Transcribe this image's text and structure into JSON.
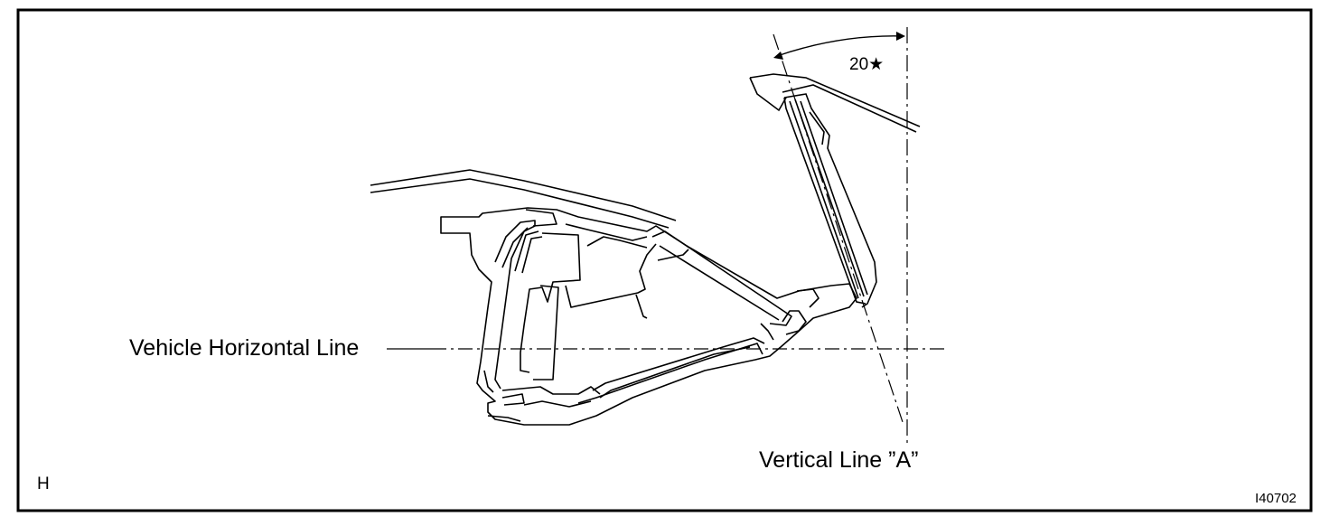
{
  "labels": {
    "horizontal_line": "Vehicle Horizontal Line",
    "vertical_line": "Vertical Line ”A”",
    "angle": "20★",
    "section_code": "H",
    "figure_id": "I40702"
  },
  "colors": {
    "line": "#000000",
    "background": "#ffffff"
  }
}
